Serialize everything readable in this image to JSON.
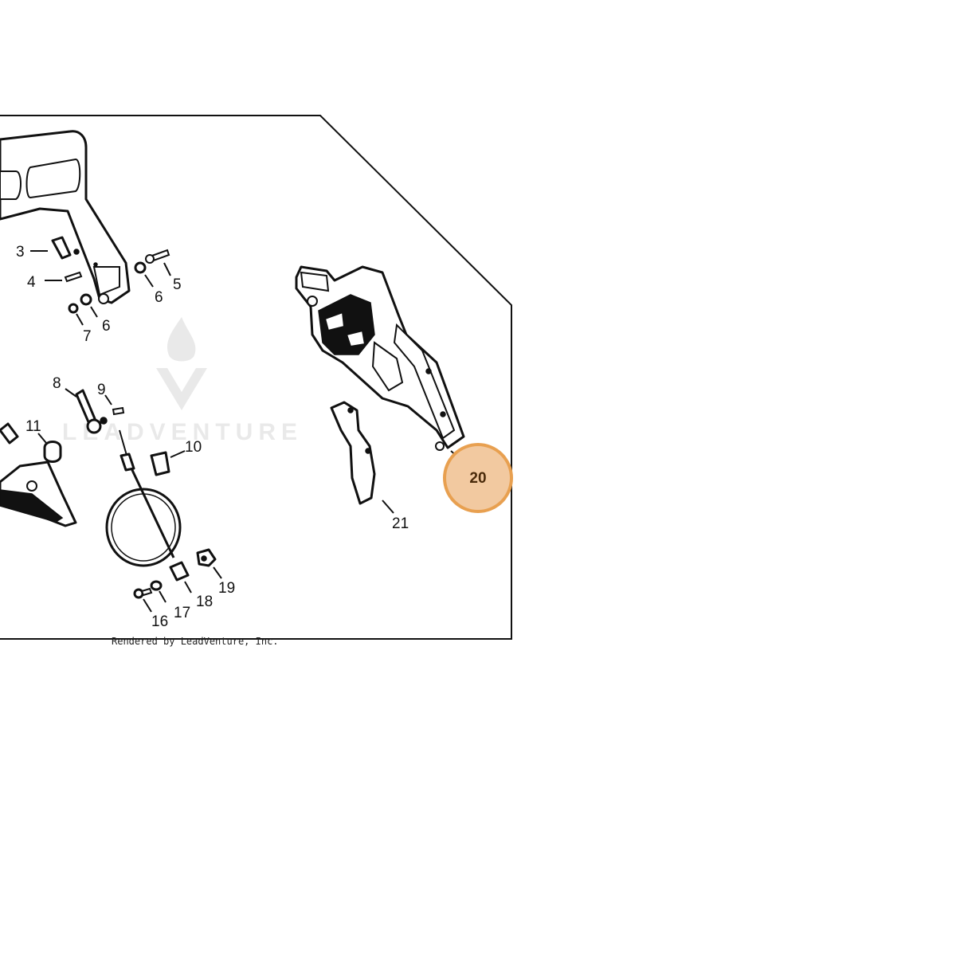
{
  "diagram": {
    "callouts": [
      "3",
      "4",
      "5",
      "6",
      "6",
      "7",
      "8",
      "9",
      "10",
      "11",
      "16",
      "17",
      "18",
      "19",
      "21"
    ],
    "highlight": {
      "label": "20",
      "color": "#e8a050",
      "fill": "#f2c9a0"
    },
    "footer": "Rendered by LeadVenture, Inc.",
    "watermark": {
      "text": "LEADVENTURE",
      "icon": "leadventure-flame-logo"
    }
  }
}
